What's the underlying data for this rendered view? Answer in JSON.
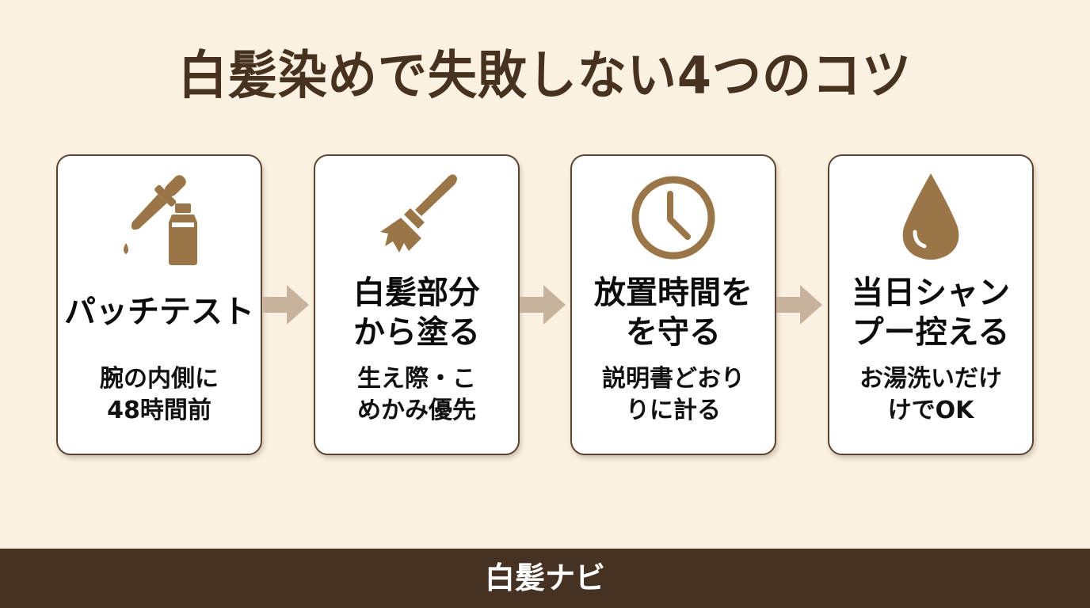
{
  "title": "白髪染めで失敗しない4つのコツ",
  "colors": {
    "background": "#fbf1e2",
    "title_text": "#47311f",
    "icon": "#9a7547",
    "arrow": "#c9b29b",
    "footer_bg": "#463222",
    "card_border": "#5a4330"
  },
  "cards": [
    {
      "icon": "dropper-bottle-icon",
      "heading": "パッチテスト",
      "sub": "腕の内側に\n48時間前"
    },
    {
      "icon": "paintbrush-icon",
      "heading": "白髪部分\nから塗る",
      "sub": "生え際・こ\nめかみ優先"
    },
    {
      "icon": "clock-icon",
      "heading": "放置時間を\nを守る",
      "sub": "説明書どおり\nりに計る"
    },
    {
      "icon": "water-drop-icon",
      "heading": "当日シャン\nプー控える",
      "sub": "お湯洗いだけ\nけでOK"
    }
  ],
  "footer": {
    "label": "白髪ナビ"
  }
}
